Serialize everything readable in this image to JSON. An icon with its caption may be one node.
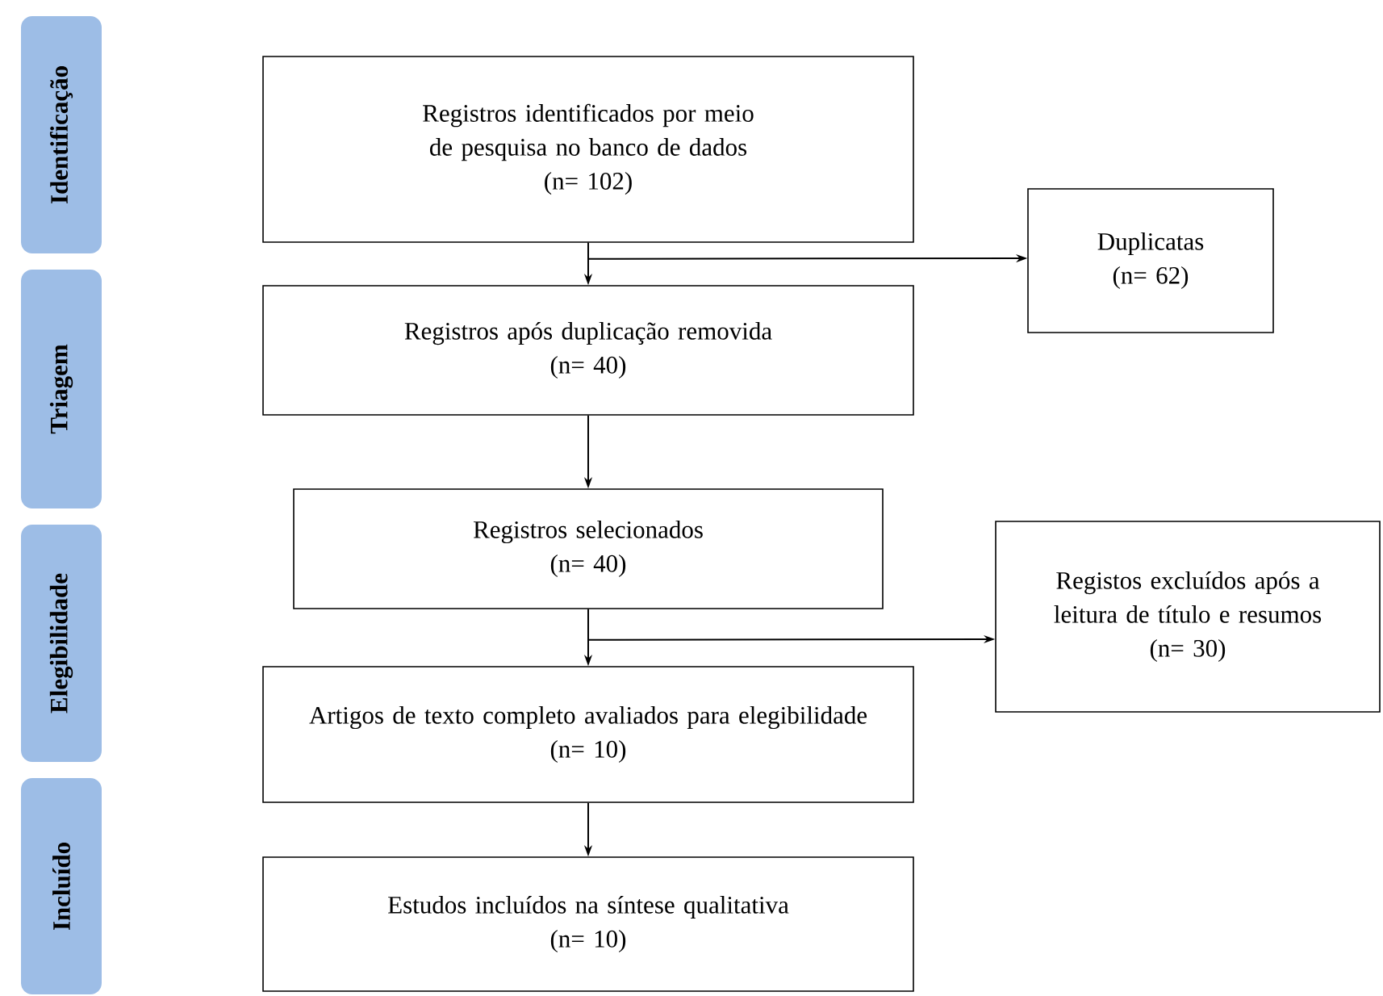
{
  "diagram": {
    "nodes": [
      {
        "text": [
          "Identificação"
        ]
      },
      {
        "text": [
          "Triagem"
        ]
      },
      {
        "text": [
          "Elegibilidade"
        ]
      },
      {
        "text": [
          "Incluído"
        ]
      },
      {
        "text": [
          "Registros identificados por meio de pesquisa no banco de dados",
          "(n= 102)"
        ]
      },
      {
        "text": [
          "Duplicatas",
          "(n= 62)"
        ]
      },
      {
        "text": [
          "Registros após duplicação removida",
          "(n= 40)"
        ]
      },
      {
        "text": [
          "Registros selecionados",
          "(n= 40)"
        ]
      },
      {
        "text": [
          "Registos excluídos após a leitura de título e resumos",
          "(n= 30)"
        ]
      },
      {
        "text": [
          "Artigos de texto completo avaliados para elegibilidade",
          "(n= 10)"
        ]
      },
      {
        "text": [
          "Estudos incluídos na síntese qualitativa",
          "(n= 10)"
        ]
      }
    ],
    "edges": [
      {
        "from": 4,
        "to": 6,
        "arrow": "to"
      },
      {
        "from": 4,
        "to": 5,
        "arrow": "to"
      },
      {
        "from": 6,
        "to": 7,
        "arrow": "to"
      },
      {
        "from": 7,
        "to": 9,
        "arrow": "to"
      },
      {
        "from": 7,
        "to": 8,
        "arrow": "to"
      },
      {
        "from": 9,
        "to": 10,
        "arrow": "to"
      }
    ]
  }
}
